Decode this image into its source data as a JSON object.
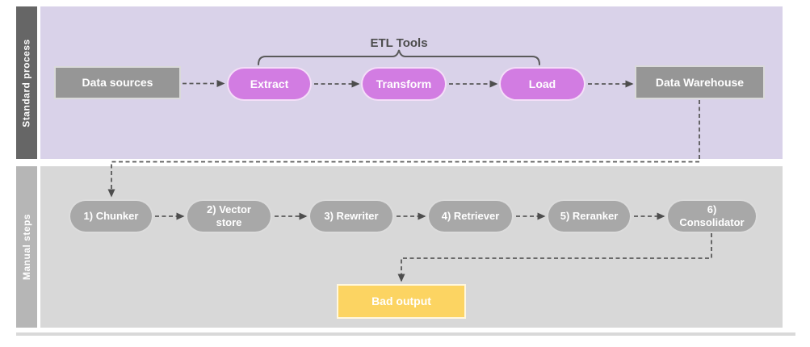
{
  "diagram": {
    "lanes": [
      {
        "label": "Standard process"
      },
      {
        "label": "Manual steps"
      }
    ],
    "standard": {
      "bracket_label": "ETL Tools",
      "nodes": [
        {
          "label": "Data sources"
        },
        {
          "label": "Extract"
        },
        {
          "label": "Transform"
        },
        {
          "label": "Load"
        },
        {
          "label": "Data Warehouse"
        }
      ]
    },
    "manual": {
      "nodes": [
        {
          "label": "1) Chunker"
        },
        {
          "label": "2) Vector store"
        },
        {
          "label": "3) Rewriter"
        },
        {
          "label": "4) Retriever"
        },
        {
          "label": "5) Reranker"
        },
        {
          "label": "6) Consolidator"
        }
      ],
      "output": {
        "label": "Bad output"
      }
    },
    "colors": {
      "lane1_bar": "#666666",
      "lane1_bg": "#d9d2e9",
      "lane2_bar": "#b6b6b6",
      "lane2_bg": "#d8d8d8",
      "etl_pill": "#d27ce2",
      "gray_box": "#969696",
      "gray_pill": "#a8a8a8",
      "output_box": "#fcd462",
      "connector": "#595959",
      "bracket_text": "#4d4d4d",
      "divider": "#d9d9d9",
      "node_text": "#ffffff"
    }
  }
}
